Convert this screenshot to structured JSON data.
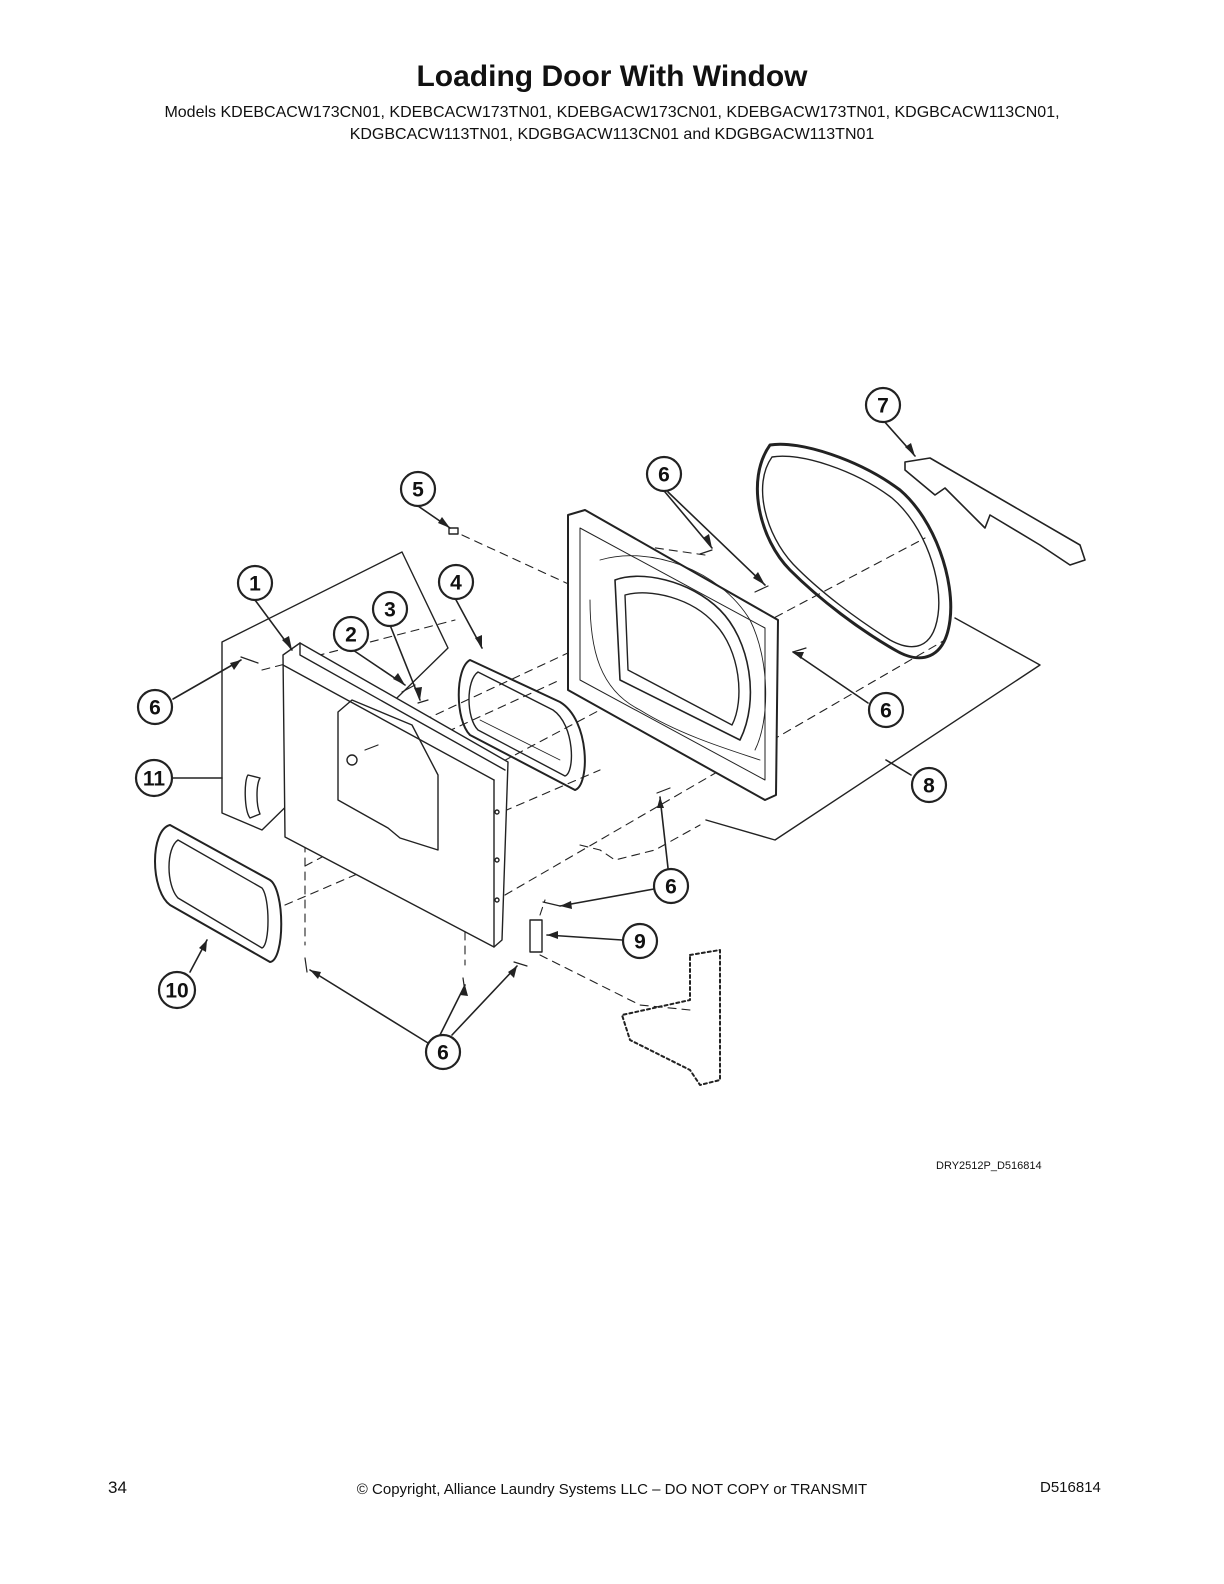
{
  "title": "Loading Door With Window",
  "models_line1": "Models KDEBCACW173CN01, KDEBCACW173TN01, KDEBGACW173CN01, KDEBGACW173TN01, KDGBCACW113CN01,",
  "models_line2": "KDGBCACW113TN01, KDGBGACW113CN01 and KDGBGACW113TN01",
  "callouts": {
    "c1": "1",
    "c2": "2",
    "c3": "3",
    "c4": "4",
    "c5": "5",
    "c6a": "6",
    "c6b": "6",
    "c6c": "6",
    "c6d": "6",
    "c6e": "6",
    "c7": "7",
    "c8": "8",
    "c9": "9",
    "c10": "10",
    "c11": "11"
  },
  "figure_id": "DRY2512P_D516814",
  "footer": {
    "page_number": "34",
    "copyright": "© Copyright, Alliance Laundry Systems LLC – DO NOT COPY or TRANSMIT",
    "doc_number": "D516814"
  }
}
